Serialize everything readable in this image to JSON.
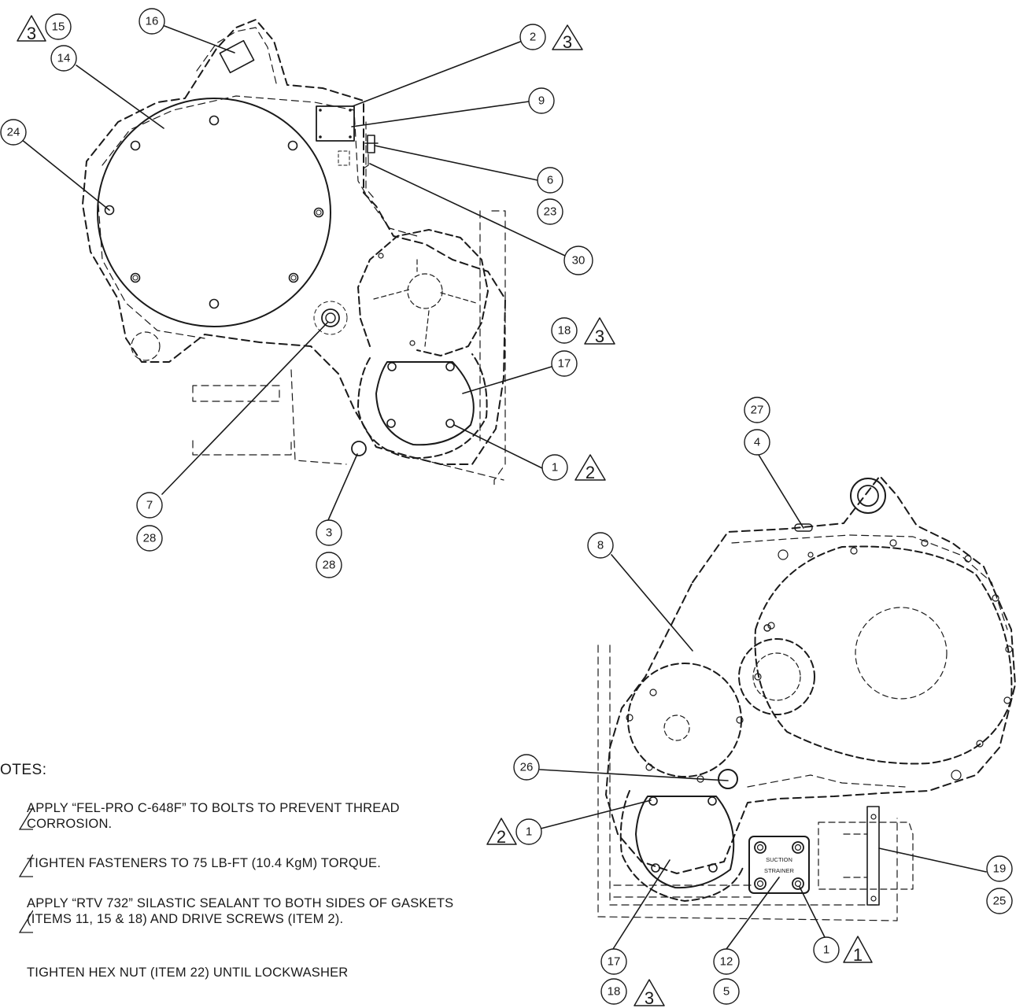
{
  "balloons": {
    "b1": "15",
    "b2": "14",
    "b3": "16",
    "b4": "2",
    "b5": "9",
    "b6": "24",
    "b7": "6",
    "b8": "23",
    "b9": "30",
    "b10": "18",
    "b11": "17",
    "b12": "1",
    "b13": "7",
    "b14": "28",
    "b15": "3",
    "b16": "28",
    "b17": "27",
    "b18": "4",
    "b19": "8",
    "b20": "26",
    "b21": "1",
    "b22": "19",
    "b23": "25",
    "b24": "17",
    "b25": "18",
    "b26": "12",
    "b27": "5",
    "b28": "1"
  },
  "deltas": {
    "d1": "3",
    "d2": "3",
    "d3": "3",
    "d4": "2",
    "d5": "2",
    "d6": "3",
    "d7": "1"
  },
  "plate": {
    "line1": "SUCTION",
    "line2": "STRAINER"
  },
  "notes": {
    "title": "OTES:",
    "items": [
      "APPLY “FEL-PRO C-648F” TO BOLTS TO PREVENT THREAD CORROSION.",
      "TIGHTEN FASTENERS TO 75 LB-FT (10.4 KgM) TORQUE.",
      "APPLY “RTV 732” SILASTIC SEALANT TO BOTH SIDES OF GASKETS (ITEMS 11, 15 & 18) AND DRIVE SCREWS (ITEM 2).",
      "TIGHTEN HEX NUT (ITEM 22) UNTIL LOCKWASHER"
    ]
  }
}
